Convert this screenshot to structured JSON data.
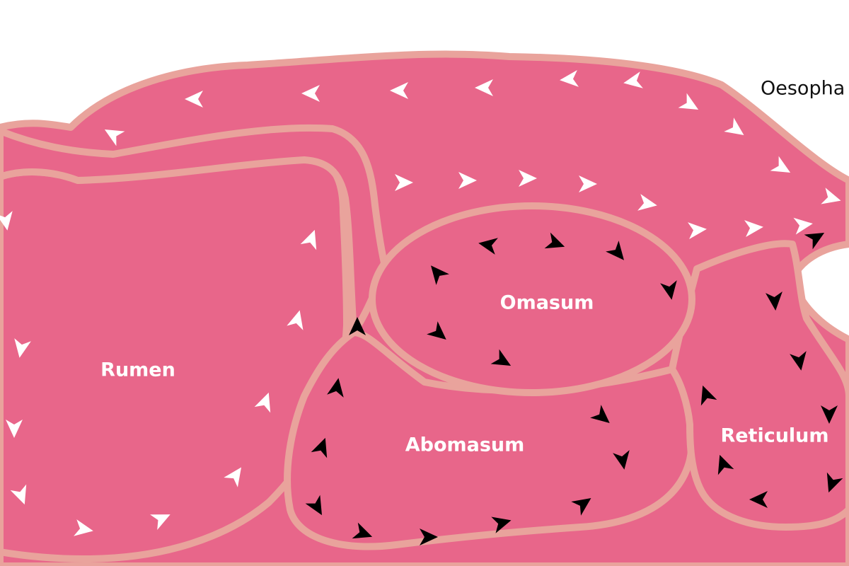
{
  "labels": {
    "oesophagus": "Oesopha",
    "rumen": "Rumen",
    "omasum": "Omasum",
    "abomasum": "Abomasum",
    "reticulum": "Reticulum"
  },
  "colors": {
    "organ_fill": "#e8668a",
    "organ_outline": "#e9a39c",
    "flow_light": "#ffffff",
    "flow_dark": "#000000"
  },
  "flow_arrows": {
    "light_color_name": "white",
    "dark_color_name": "black"
  }
}
